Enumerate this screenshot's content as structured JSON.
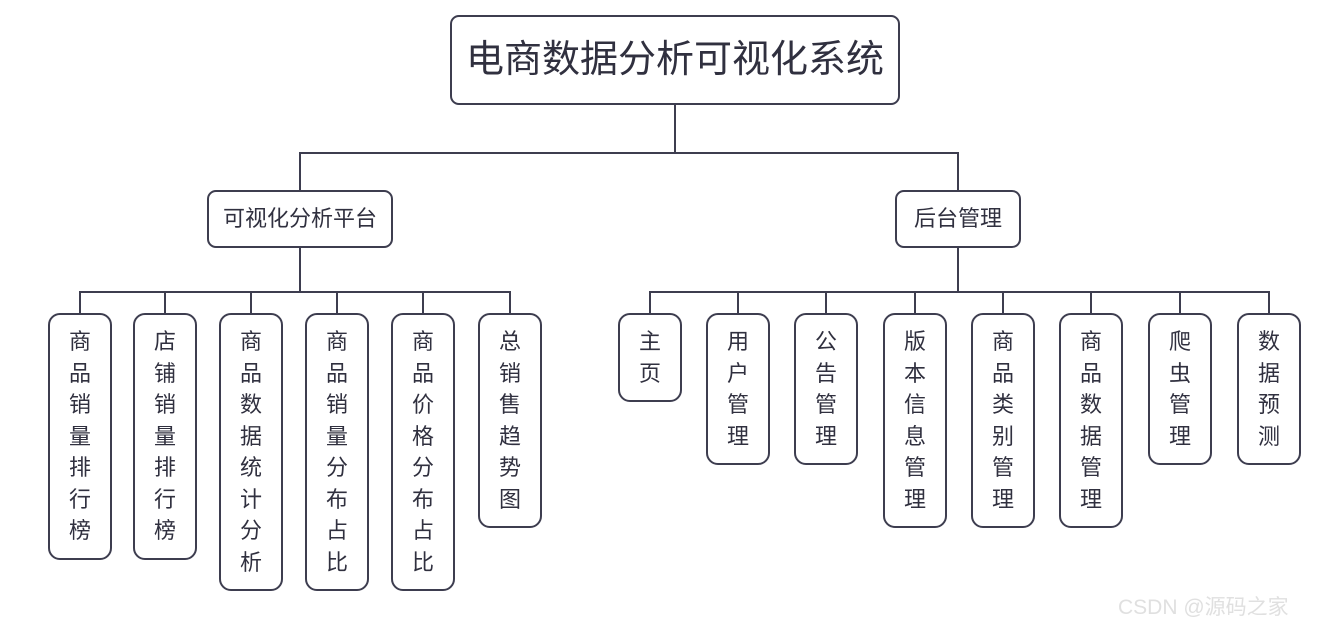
{
  "diagram": {
    "root": {
      "label": "电商数据分析可视化系统"
    },
    "branches": [
      {
        "label": "可视化分析平台",
        "children": [
          "商品销量排行榜",
          "店铺销量排行榜",
          "商品数据统计分析",
          "商品销量分布占比",
          "商品价格分布占比",
          "总销售趋势图"
        ]
      },
      {
        "label": "后台管理",
        "children": [
          "主页",
          "用户管理",
          "公告管理",
          "版本信息管理",
          "商品类别管理",
          "商品数据管理",
          "爬虫管理",
          "数据预测"
        ]
      }
    ]
  },
  "watermark": {
    "text": "CSDN @源码之家"
  },
  "colors": {
    "line": "#3d3d4f",
    "text": "#30303f",
    "node-bg": "#ffffff",
    "watermark": "#e0e0e0",
    "background": "#ffffff"
  }
}
